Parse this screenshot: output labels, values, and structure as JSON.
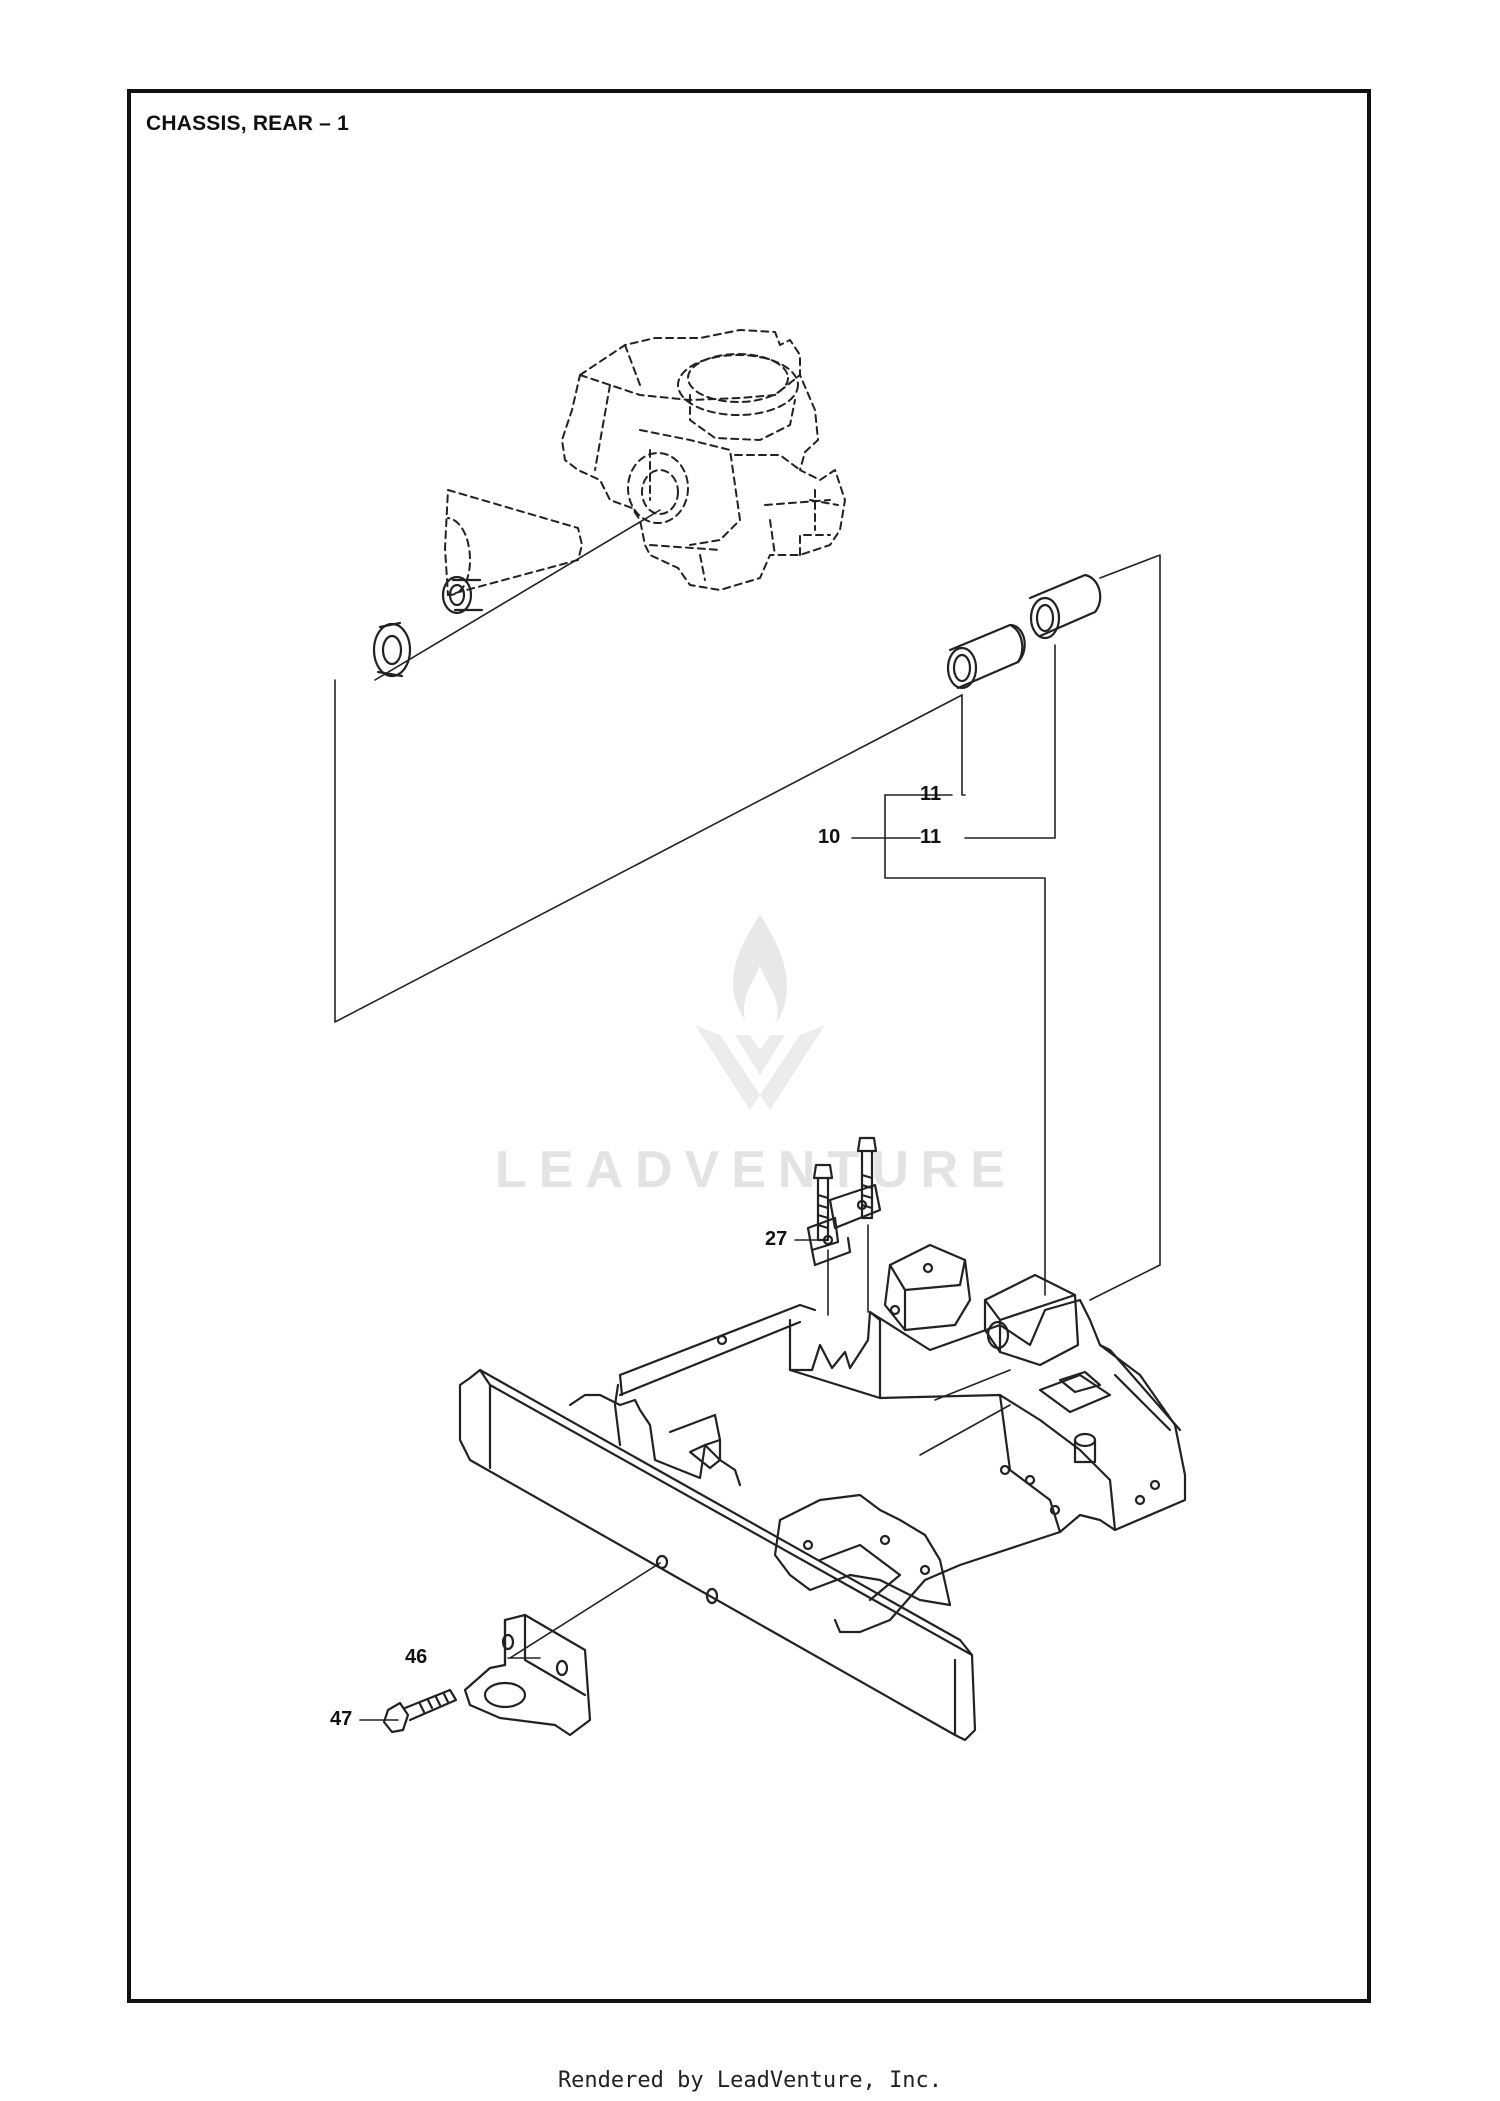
{
  "diagram": {
    "title": "CHASSIS, REAR – 1",
    "callouts": [
      {
        "id": "c11a",
        "label": "11"
      },
      {
        "id": "c10",
        "label": "10"
      },
      {
        "id": "c11b",
        "label": "11"
      },
      {
        "id": "c27",
        "label": "27"
      },
      {
        "id": "c46",
        "label": "46"
      },
      {
        "id": "c47",
        "label": "47"
      }
    ]
  },
  "watermark": {
    "text": "LEADVENTURE",
    "icon": "leadventure-logo-icon"
  },
  "footer": {
    "text": "Rendered by LeadVenture, Inc."
  }
}
